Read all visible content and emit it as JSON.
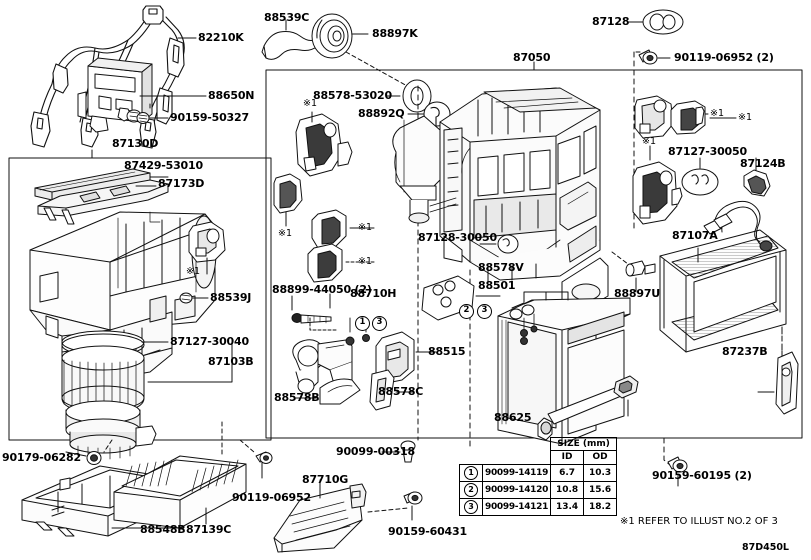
{
  "diagram": {
    "id": "87D450L",
    "footnote": "※1 REFER TO ILLUST NO.2 OF 3",
    "asterisk": "※1"
  },
  "labels": {
    "l82210K": "82210K",
    "l88650N": "88650N",
    "l90159_50327": "90159-50327",
    "l87130D": "87130D",
    "l87429_53010": "87429-53010",
    "l87173D": "87173D",
    "l88539J": "88539J",
    "l87127_30040": "87127-30040",
    "l87103B": "87103B",
    "l90179_06282": "90179-06282",
    "l88548B": "88548B",
    "l87139C": "87139C",
    "l90119_06952_left": "90119-06952",
    "l87710G": "87710G",
    "l90159_60431": "90159-60431",
    "l88539C": "88539C",
    "l88897K": "88897K",
    "l88578_53020": "88578-53020",
    "l88892Q": "88892Q",
    "l87050": "87050",
    "l87128": "87128",
    "l90119_06952_2": "90119-06952 (2)",
    "l87127_30050": "87127-30050",
    "l87124B": "87124B",
    "l87107A": "87107A",
    "l87237B": "87237B",
    "l88897U": "88897U",
    "l87128_30050": "87128-30050",
    "l88578V": "88578V",
    "l88501": "88501",
    "l88899_44050_2": "88899-44050 (2)",
    "l88710H": "88710H",
    "l88515": "88515",
    "l88578B": "88578B",
    "l88578C": "88578C",
    "l88625": "88625",
    "l90099_00318": "90099-00318",
    "l90159_60195_2": "90159-60195 (2)"
  },
  "size_table": {
    "header_group": "SIZE (mm)",
    "columns": [
      "ID",
      "OD"
    ],
    "rows": [
      {
        "index": "1",
        "part_number": "90099-14119",
        "id": "6.7",
        "od": "10.3"
      },
      {
        "index": "2",
        "part_number": "90099-14120",
        "id": "10.8",
        "od": "15.6"
      },
      {
        "index": "3",
        "part_number": "90099-14121",
        "id": "13.4",
        "od": "18.2"
      }
    ]
  },
  "callout_numbers": {
    "n1": "1",
    "n2": "2",
    "n3": "3"
  },
  "colors": {
    "line": "#1a1a1a",
    "fill_light": "#f2f2f2",
    "fill_mid": "#d9d9d9",
    "fill_dark": "#8c8c8c",
    "background": "#ffffff"
  }
}
